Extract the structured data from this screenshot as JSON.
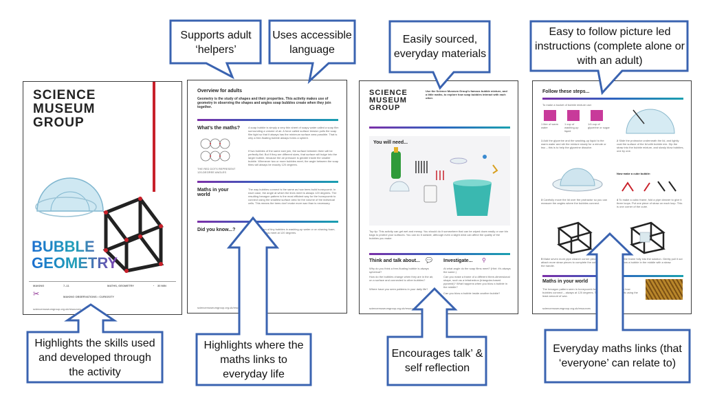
{
  "callouts": {
    "adult_helpers": "Supports adult ‘helpers’",
    "accessible_language": "Uses accessible language",
    "materials": "Easily sourced, everyday materials",
    "instructions": "Easy to follow picture led instructions (complete alone or with an adult)",
    "skills": "Highlights the skills used and developed through the activity",
    "maths_links_life": "Highlights where the maths links to everyday life",
    "talk": "Encourages talk’ & self reflection",
    "everyday_maths": "Everyday maths links (that ‘everyone’ can relate to)"
  },
  "cover": {
    "logo_line1": "SCIENCE",
    "logo_line2": "MUSEUM",
    "logo_line3": "GROUP",
    "title_line1": "BUBBLE",
    "title_line2": "GEOMETRY",
    "footer_making": "MAKING",
    "footer_age": "7–11",
    "footer_topic": "MATHS, GEOMETRY",
    "footer_time": "30 MIN",
    "footer_skills": "MAKING OBSERVATIONS  •  CURIOSITY",
    "footer_url": "sciencemuseumgroup.org.uk/resources"
  },
  "page2": {
    "heading": "Overview for adults",
    "intro": "Geometry is the study of shapes and their properties. This activity makes use of geometry in observing the shapes and angles soap bubbles create when they join together.",
    "section1": "What’s the maths?",
    "section1_text": "A soap bubble is simply a very thin sheet of soapy water called a soap film surrounding a volume of air. A force called surface tension pulls the soap film tight so that it always has the minimum surface area possible. That is why a free-floating bubble always forms a sphere.",
    "section1_text2": "If two bubbles of the same size join, the surface between them will be perfectly flat. But if they are different sizes, that surface will bulge into the larger bubble, because the air pressure is greater inside the smaller bubble. Whenever two or more bubbles meet, the angle between the soap films will always be exactly 120 degrees.",
    "diagram_caption": "THE RED DOTS REPRESENT 120-DEGREE ANGLES",
    "section2": "Maths in your world",
    "section2_text": "The way bubbles connect is the same as how bees build honeycomb. In each case, the angle at which the lines meet is always 120 degrees. The resulting hexagon pattern is the most efficient way for the honeycomb to connect using the smallest surface area for the volume of the individual cells. This means the bees don’t make more wax than is necessary.",
    "section3": "Did you know...?",
    "section3_text": "Even in a foam of tiny bubbles in washing-up water or on shaving foam, soap films always meet at 120 degrees.",
    "url": "sciencemuseumgroup.org.uk/resources"
  },
  "page3": {
    "logo_line1": "SCIENCE",
    "logo_line2": "MUSEUM",
    "logo_line3": "GROUP",
    "intro": "Use the Science Museum Group’s famous bubble mixture, and a little maths, to explore how soap bubbles interact with each other.",
    "need_heading": "You will need...",
    "items": [
      "Washing-up liquid",
      "Five straws (with flex straws cut into two-inch pieces)",
      "Clear plate or lid",
      "Warm water",
      "Scissors",
      "Wire pipe cleaners (15cm each)",
      "Bucket or large bowl for bubble mix",
      "Protractor or printed protractor template",
      "Glycerine (or sugar)"
    ],
    "top_tip": "Top tip: This activity can get wet and messy. You should do it somewhere that can be wiped down easily or use bin bags to protect your surfaces. You can do it outside, although even a slight wind can affect the quality of the bubbles you make.",
    "think_heading": "Think and talk about...",
    "think_items": [
      "Why do you think a free-floating bubble is always spherical?",
      "How do the bubbles change when they are in the air, on a surface and connected to other bubbles?",
      "Where have you seen patterns in your daily life?"
    ],
    "investigate_heading": "Investigate...",
    "investigate_items": [
      "At what angle do the soap films meet? (Hint: it’s always the same.)",
      "Can you make a frame of a different three-dimensional shape, such as a tetrahedron (triangular-based pyramid)? What happens when you blow a bubble in the middle?",
      "Can you blow a bubble inside another bubble?"
    ],
    "url": "sciencemuseumgroup.org.uk/resources"
  },
  "page4": {
    "heading": "Follow these steps...",
    "mix_label": "To make a bucket of bubble mixture use:",
    "cups": [
      "1 litre of warm water",
      "1 cup of washing-up liquid",
      "1/4 cup of glycerine or sugar"
    ],
    "steps": [
      {
        "n": "1",
        "t": "Add the glycerine and the washing-up liquid to the warm water and stir the mixture slowly for a minute or two – this is to help the glycerine dissolve."
      },
      {
        "n": "2",
        "t": "Slide the protractor underneath the lid, and lightly coat the surface of the lid with bubble mix. Dip the straw into the bubble mixture, and slowly blow bubbles, one by one."
      },
      {
        "n": "3",
        "t": "Carefully move the lid over the protractor so you can measure the angles where the bubbles connect."
      },
      {
        "n": "4",
        "t": "To make a cubic frame, fold a pipe cleaner to give it three loops. Put one piece of straw on each loop. This is one corner of the cube."
      },
      {
        "n": "5",
        "t": "Make seven more pipe cleaner corner pieces, and attach more straw pieces to complete the cube. Attach the handle."
      },
      {
        "n": "6",
        "t": "Dip the frame fully into the solution. Gently pull it out and blow a bubble in the middle with a straw."
      }
    ],
    "cube_label": "Now make a cube bubble:",
    "maths_heading": "Maths in your world",
    "maths_text": "The hexagon pattern seen in honeycomb forms in the same way as how bubbles connect – always at 120 degrees. The honeycomb connects using the least amount of wax.",
    "url": "sciencemuseumgroup.org.uk/resources"
  },
  "colors": {
    "callout_border": "#3a63b0",
    "rule_purple": "#7b2fa8",
    "rule_blue": "#2f63c0",
    "rule_teal": "#1aa0b0",
    "bucket_teal": "#3ab8b0",
    "step_pink": "#c83a9a"
  }
}
